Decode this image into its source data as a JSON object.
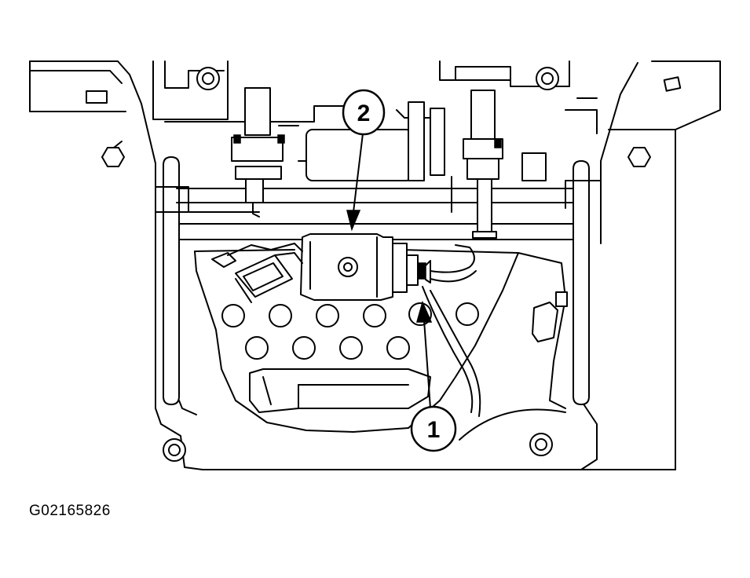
{
  "figure_id": "G02165826",
  "callouts": [
    {
      "number": "1"
    },
    {
      "number": "2"
    }
  ]
}
